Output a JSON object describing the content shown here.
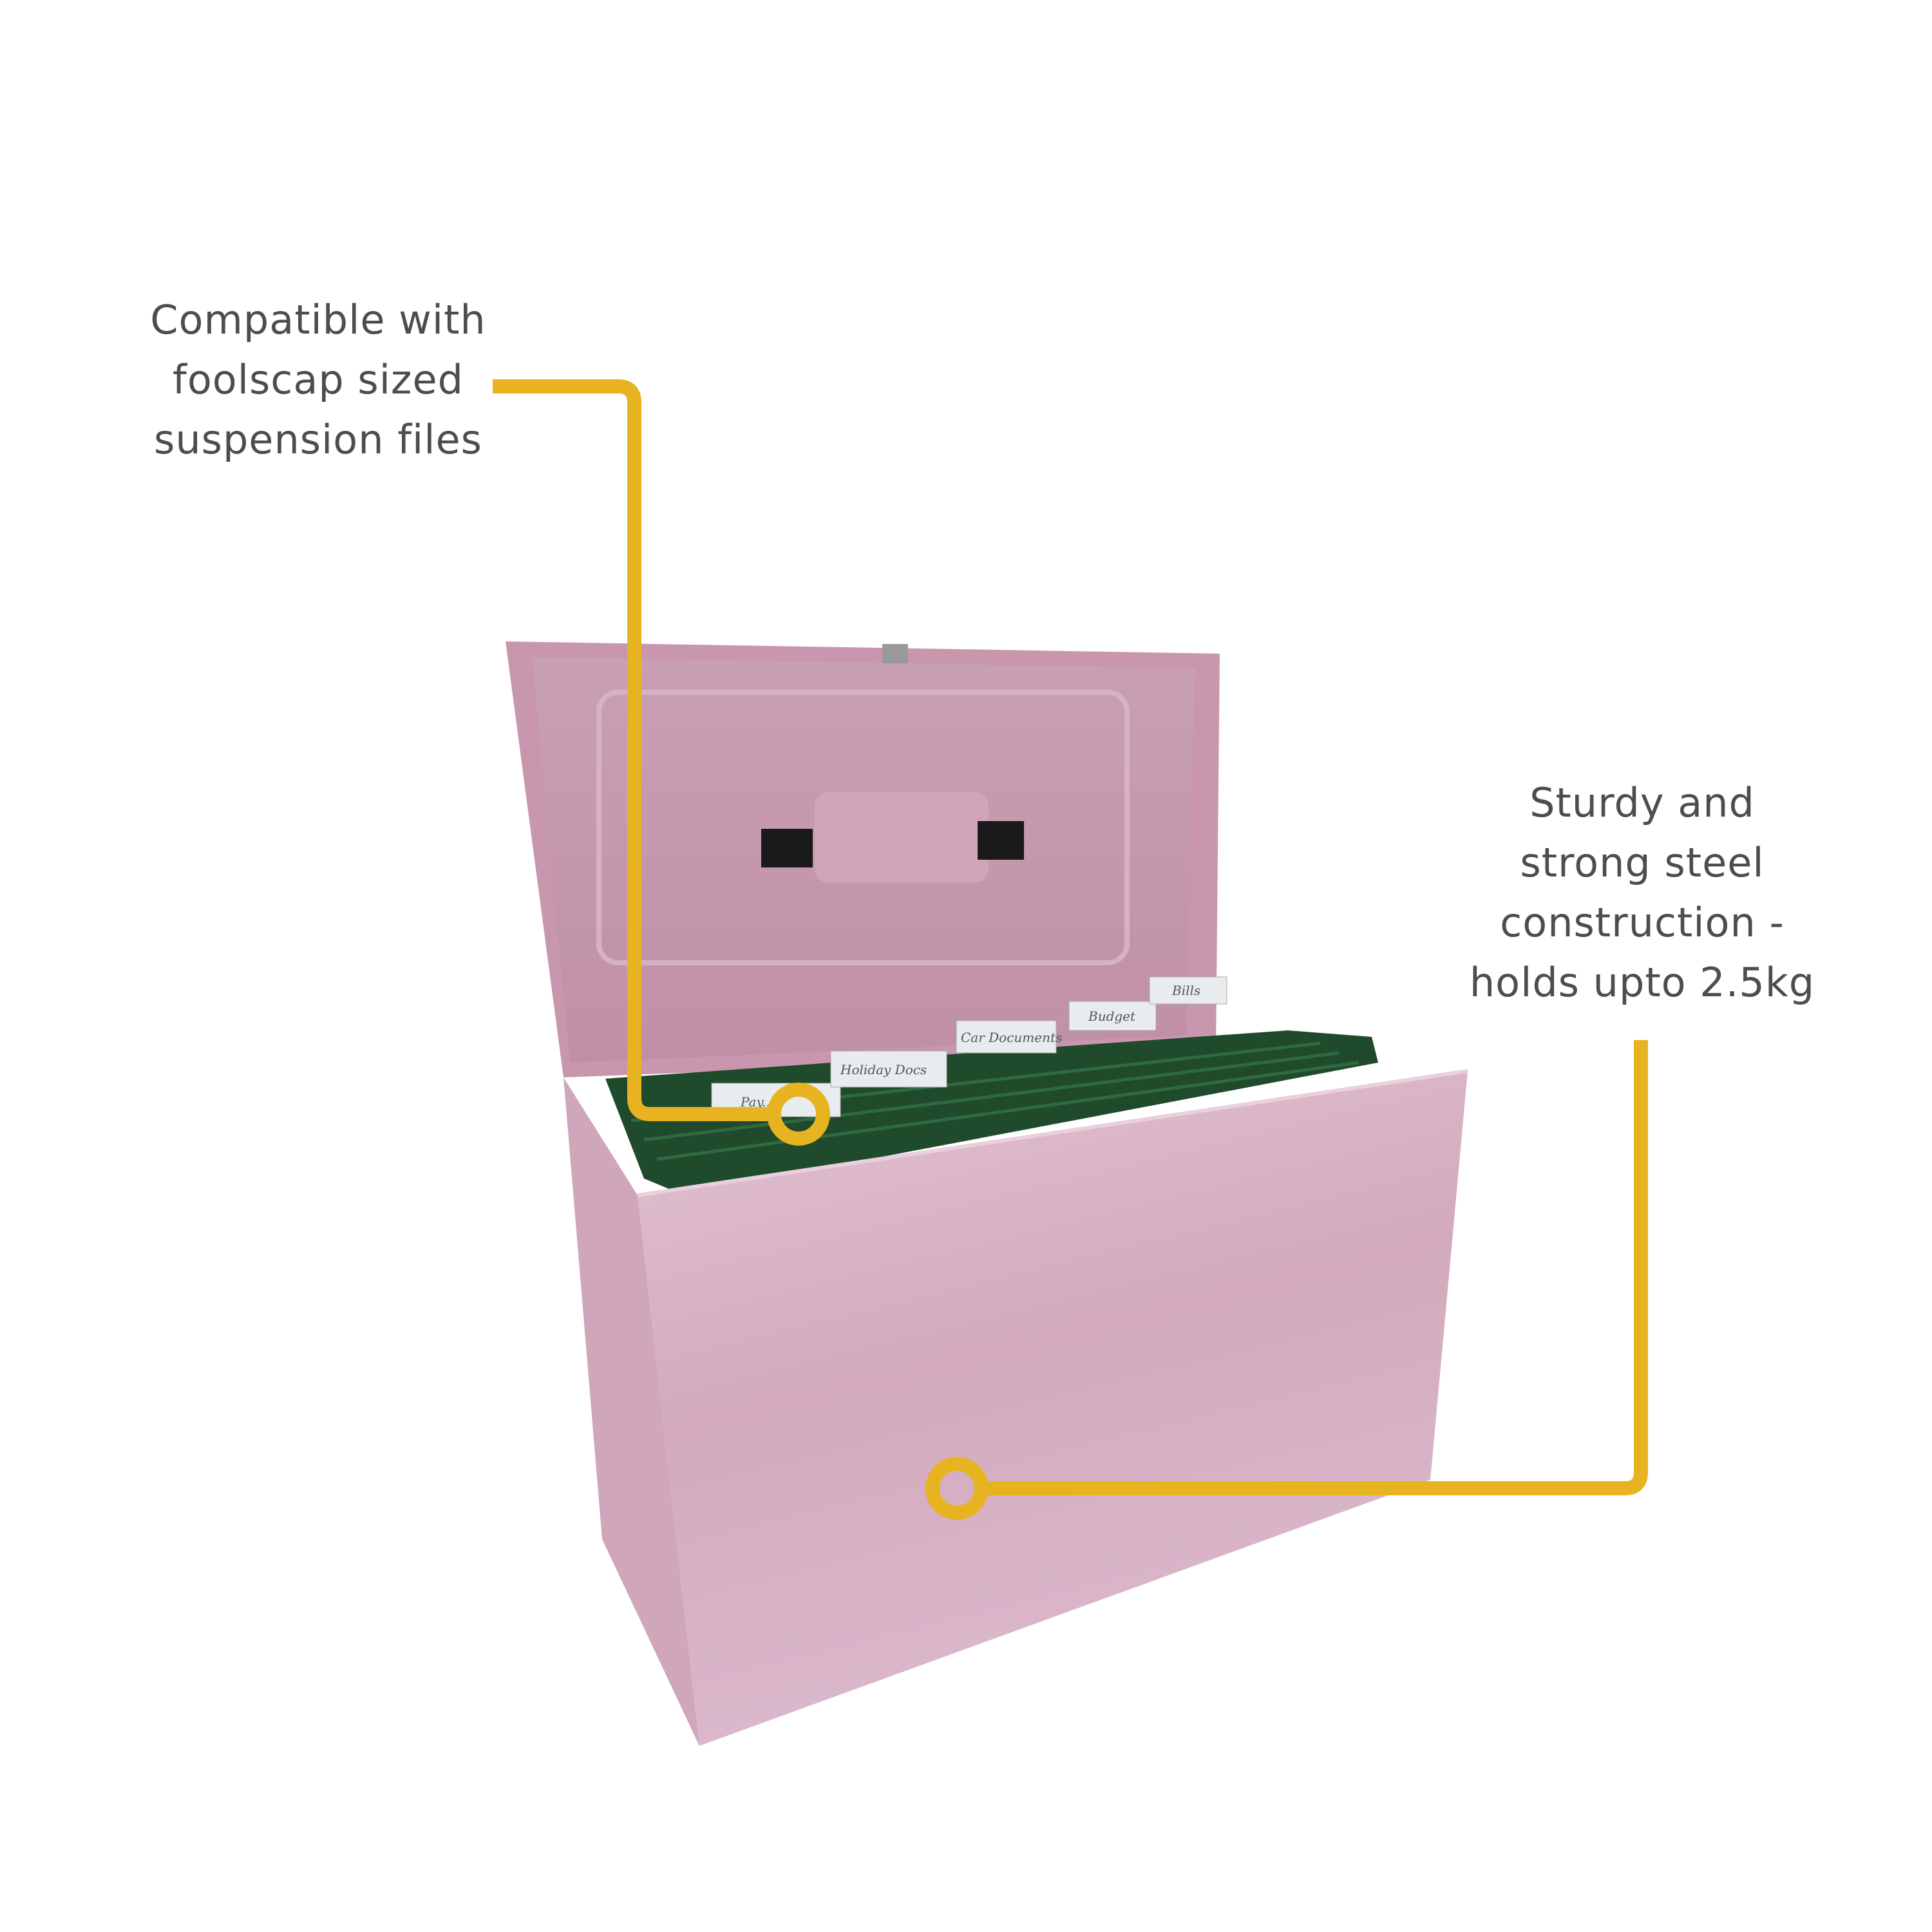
{
  "callouts": {
    "left": {
      "lines": [
        "Compatible with",
        "foolscap sized",
        "suspension files"
      ]
    },
    "right": {
      "lines": [
        "Sturdy and",
        "strong steel",
        "construction -",
        "holds upto 2.5kg"
      ]
    }
  },
  "file_tabs": [
    "Pay...",
    "Holiday Docs",
    "Car Documents",
    "Budget",
    "Bills"
  ],
  "colors": {
    "accent": "#e8b321",
    "box": "#d9b3c6",
    "lid_inner": "#c99aaf",
    "files": "#1f4a2c",
    "text": "#4d4d4d"
  }
}
